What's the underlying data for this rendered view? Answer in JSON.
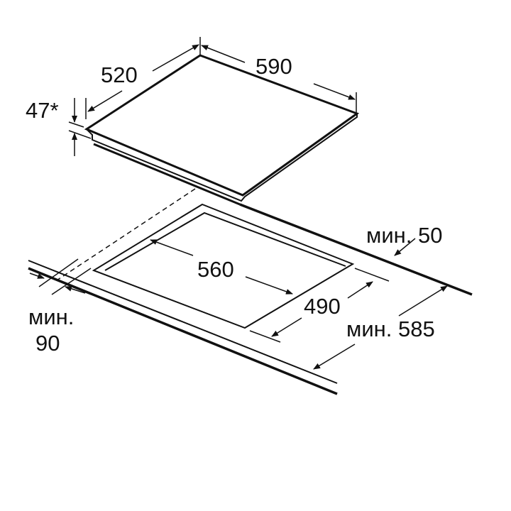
{
  "diagram": {
    "type": "hob installation dimensions",
    "labels": {
      "hob_depth": "520",
      "hob_width": "590",
      "hob_height": "47*",
      "cutout_width": "560",
      "cutout_depth": "490",
      "min_back_label": "мин. 50",
      "min_front_label_line1": "мин.",
      "min_front_label_line2": "90",
      "min_worktop_depth": "мин. 585"
    },
    "colors": {
      "line": "#111111",
      "background": "#ffffff"
    }
  }
}
